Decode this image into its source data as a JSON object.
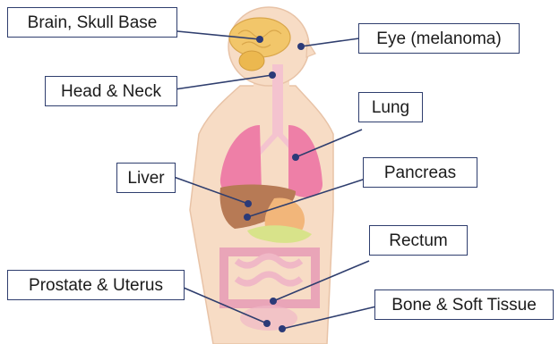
{
  "labels": {
    "brain": "Brain, Skull Base",
    "eye": "Eye (melanoma)",
    "head_neck": "Head & Neck",
    "lung": "Lung",
    "liver": "Liver",
    "pancreas": "Pancreas",
    "rectum": "Rectum",
    "prostate_uterus": "Prostate & Uterus",
    "bone_soft_tissue": "Bone & Soft Tissue"
  },
  "colors": {
    "skin": "#f7dcc5",
    "skin_outline": "#e8c3a7",
    "brain": "#f2c66a",
    "lung": "#ee7fa7",
    "liver": "#b77a55",
    "stomach": "#f2b67a",
    "pancreas_gland": "#d8e38a",
    "intestine": "#e9a5b8",
    "airway": "#f4c3cf",
    "connector": "#2f3e6e",
    "marker": "#2b3a78",
    "box_border": "#2f3e6e"
  }
}
